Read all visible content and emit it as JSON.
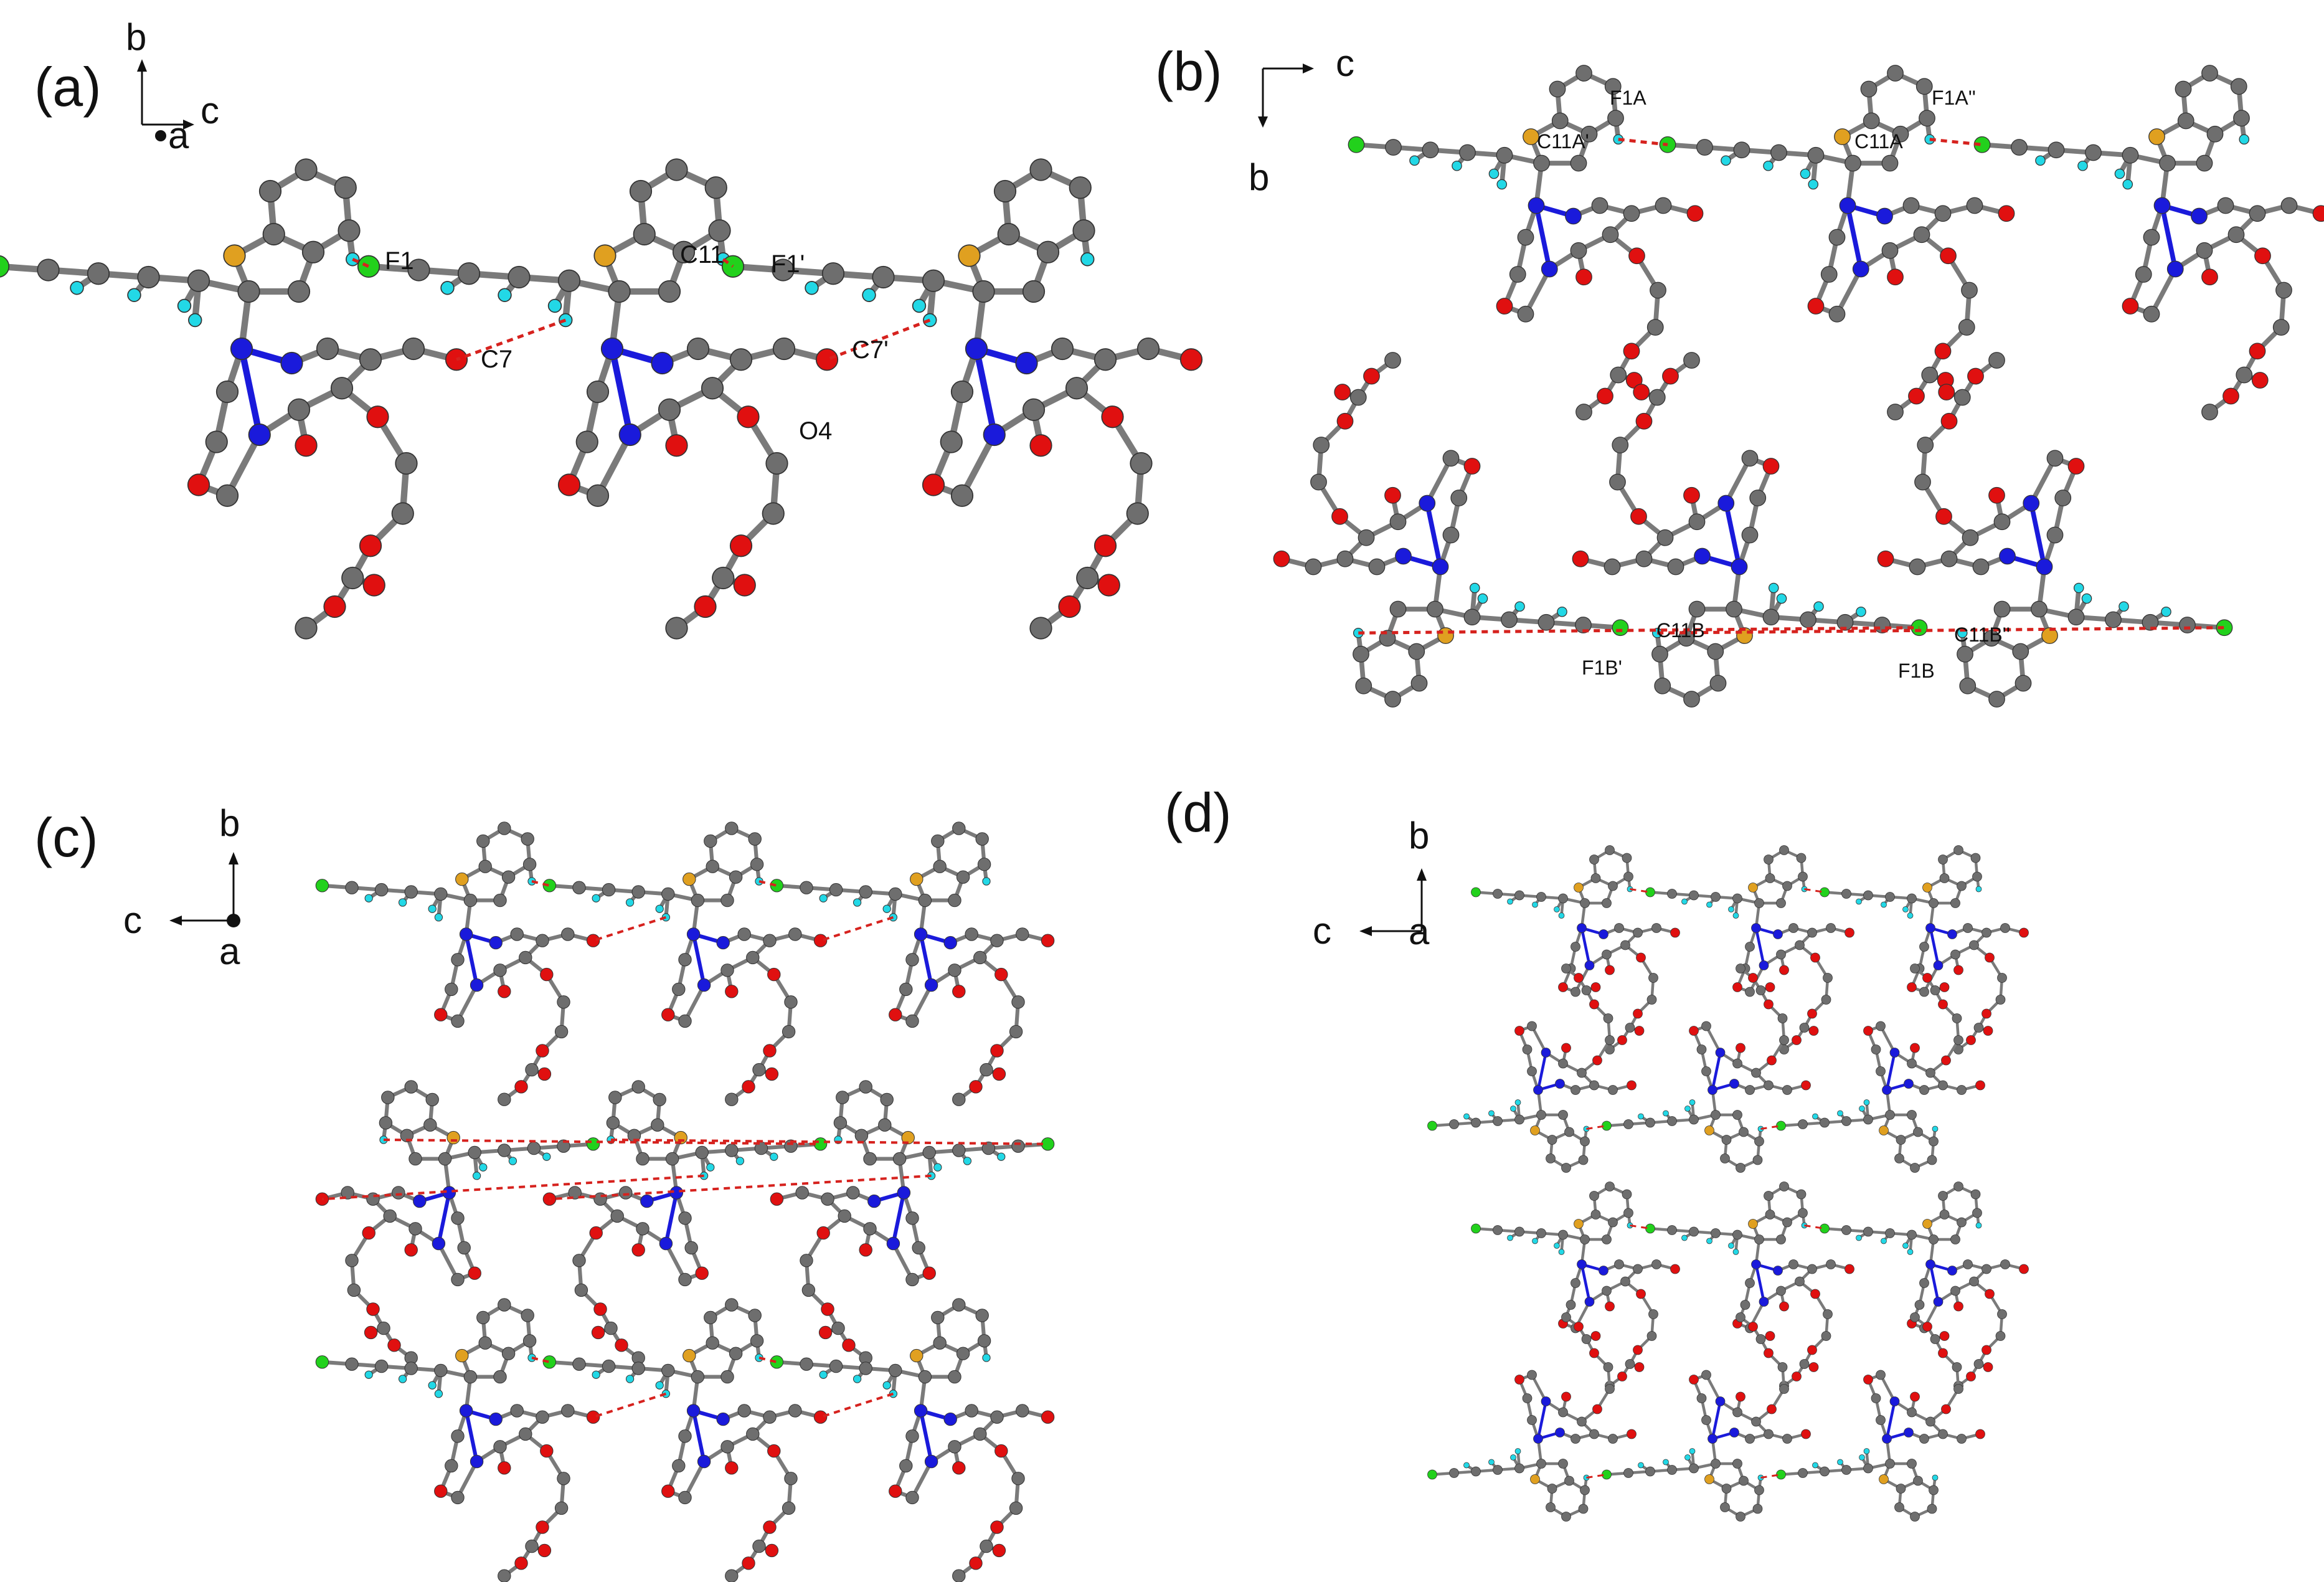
{
  "panels": [
    {
      "letter": "(a)",
      "axes": {
        "up": "b",
        "right": "c",
        "out": "a"
      },
      "labels": [
        "F1",
        "C11",
        "F1'",
        "C7",
        "C7'",
        "O4"
      ]
    },
    {
      "letter": "(b)",
      "axes": {
        "right": "c",
        "down": "b"
      },
      "labels": [
        "F1A",
        "F1A''",
        "C11A'",
        "C11A",
        "C11B",
        "C11B''",
        "F1B'",
        "F1B"
      ]
    },
    {
      "letter": "(c)",
      "axes": {
        "up": "b",
        "left": "c",
        "out": "a"
      }
    },
    {
      "letter": "(d)",
      "axes": {
        "up": "b",
        "left": "c",
        "out": "a"
      }
    }
  ],
  "colors": {
    "carbon": "#6e6e6e",
    "nitrogen": "#1a1adb",
    "oxygen": "#e01010",
    "fluorine": "#22d11c",
    "sulfur": "#e0a020",
    "hydrogen": "#22d8e6",
    "hbond": "#d6221e"
  }
}
